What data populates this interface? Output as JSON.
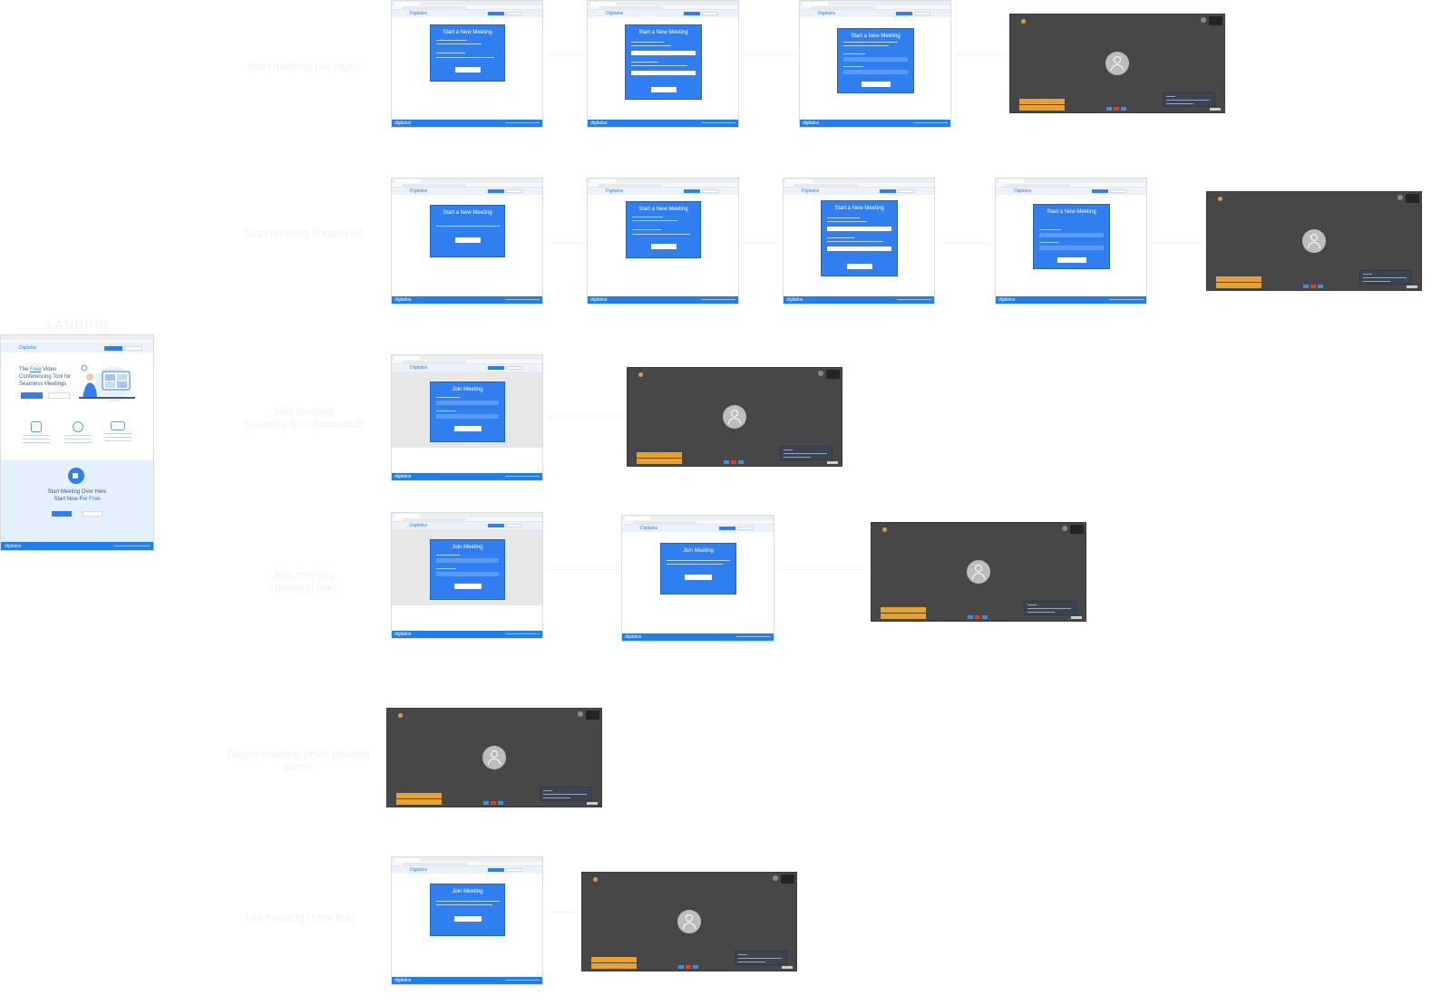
{
  "landing": {
    "title": "LANDING",
    "logo": "Digitalos",
    "hero_line1_pre": "The ",
    "hero_line1_free": "Free",
    "hero_line1_post": " Video",
    "hero_line2": "Conferencing Tool for",
    "hero_line3": "Seamless Meetings",
    "cta_line1": "Start Meeting Over Here",
    "cta_line2_pre": "Start Now For ",
    "cta_line2_free": "Free",
    "footer_logo": "digitalos"
  },
  "flows": [
    {
      "label": "Start meeting (no login)"
    },
    {
      "label": "Start meeting (logged in)"
    },
    {
      "label_line1": "Join meeting",
      "label_line2": "(meeting ID + password)"
    },
    {
      "label_line1": "Join meeting",
      "label_line2": "(meeting link)"
    },
    {
      "label": "Rejoin meeting (from meeting room)"
    },
    {
      "label": "Join meeting (from link)"
    }
  ],
  "screens": {
    "start_dialog_title": "Start a New Meeting",
    "join_dialog_title": "Join Meeting",
    "logo": "Digitalos",
    "footer_logo": "digitalos"
  },
  "colors": {
    "primary": "#2f7ff0",
    "footer": "#1f7fec",
    "meeting_bg": "#474747",
    "note": "#e8a22c",
    "end_call": "#e53935"
  }
}
